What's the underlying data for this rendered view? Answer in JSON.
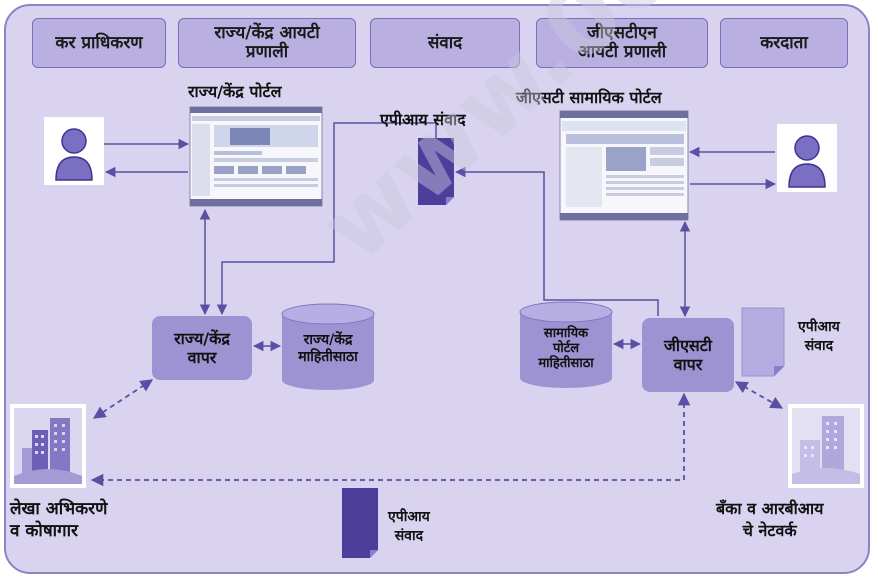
{
  "headers": {
    "tax_authority": "कर प्राधिकरण",
    "state_it_system": "राज्य/केंद्र आयटी\nप्रणाली",
    "communication": "संवाद",
    "gstn_it_system": "जीएसटीएन\nआयटी प्रणाली",
    "taxpayer": "करदाता"
  },
  "labels": {
    "state_portal": "राज्य/केंद्र पोर्टल",
    "gst_common_portal": "जीएसटी सामायिक पोर्टल",
    "api_communication_top": "एपीआय संवाद",
    "api_communication_right": "एपीआय\nसंवाद",
    "api_communication_bottom": "एपीआय\nसंवाद",
    "accounting_agencies": "लेखा अभिकरणे\nव कोषागार",
    "banks_rbi": "बँका व आरबीआय\nचे नेटवर्क"
  },
  "boxes": {
    "state_user": "राज्य/केंद्र\nवापर",
    "gstn_user": "जीएसटी\nवापर"
  },
  "databases": {
    "state_data": "राज्य/केंद्र\nमाहितीसाठा",
    "common_portal_data": "सामायिक\nपोर्टल\nमाहितीसाठा"
  },
  "watermark": "www.0622333.com",
  "colors": {
    "panel_bg": "#d9d3ef",
    "header_bg": "#b9afe0",
    "box_bg": "#9d93d3",
    "arrow": "#5a4fa3",
    "doc_dark": "#4e3e9c",
    "doc_light": "#b4abe0"
  }
}
